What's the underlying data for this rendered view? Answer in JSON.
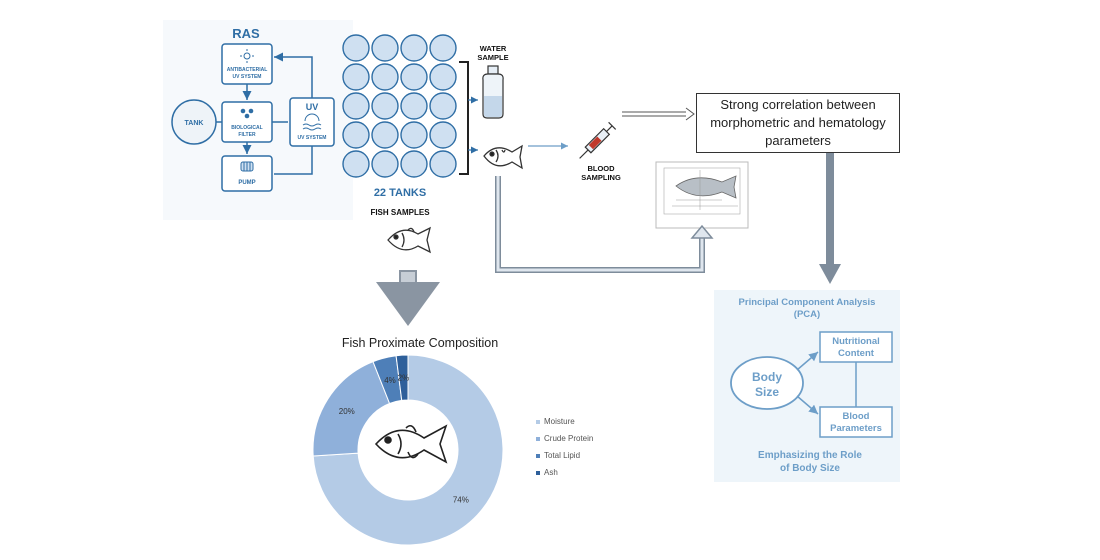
{
  "ras": {
    "title": "RAS",
    "uv_box_line1": "ANTIBACTERIAL",
    "uv_box_line2": "UV SYSTEM",
    "filter_line1": "BIOLOGICAL",
    "filter_line2": "FILTER",
    "pump": "PUMP",
    "tank": "TANK",
    "uv_title": "UV",
    "uv_system": "UV SYSTEM"
  },
  "tanks": {
    "label": "22 TANKS",
    "rows": 5,
    "cols": 4
  },
  "water_sample": {
    "line1": "WATER",
    "line2": "SAMPLE"
  },
  "blood_sampling": {
    "line1": "BLOOD",
    "line2": "SAMPLING"
  },
  "fish_samples": "FISH SAMPLES",
  "correlation": "Strong correlation between morphometric and hematology parameters",
  "pca": {
    "title_line1": "Principal Component Analysis",
    "title_line2": "(PCA)",
    "body_size_line1": "Body",
    "body_size_line2": "Size",
    "nutritional_line1": "Nutritional",
    "nutritional_line2": "Content",
    "blood_line1": "Blood",
    "blood_line2": "Parameters",
    "emph_line1": "Emphasizing the Role",
    "emph_line2": "of Body Size"
  },
  "colors": {
    "ras_blue": "#2f6ea5",
    "tank_fill": "#cfe0f1",
    "arrow_gray": "#8c9aa9",
    "pca_blue": "#6d9ec8",
    "pca_bg": "#eef5fa"
  },
  "chart_data": {
    "type": "pie",
    "style": "donut",
    "title": "Fish Proximate Composition",
    "categories": [
      "Moisture",
      "Crude Protein",
      "Total Lipid",
      "Ash"
    ],
    "values": [
      74,
      20,
      4,
      2
    ],
    "labels": [
      "74%",
      "20%",
      "4%",
      "2%"
    ],
    "colors": [
      "#b4cbe6",
      "#8fb0da",
      "#4e7fb8",
      "#2e5f9a"
    ],
    "legend_position": "right"
  }
}
